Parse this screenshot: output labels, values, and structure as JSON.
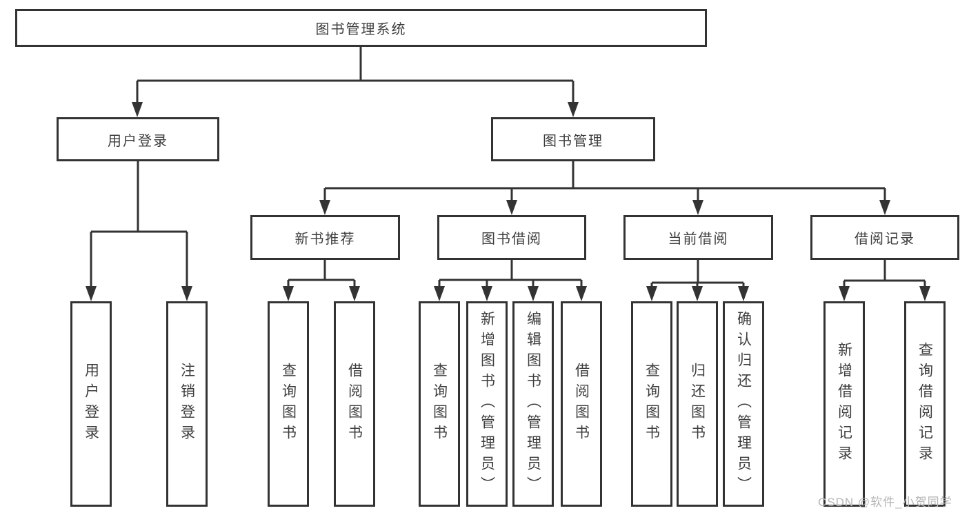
{
  "tree": {
    "root": {
      "label": "图书管理系统",
      "children": [
        {
          "label": "用户登录",
          "children": [
            {
              "label": "用户登录"
            },
            {
              "label": "注销登录"
            }
          ]
        },
        {
          "label": "图书管理",
          "children": [
            {
              "label": "新书推荐",
              "children": [
                {
                  "label": "查询图书"
                },
                {
                  "label": "借阅图书"
                }
              ]
            },
            {
              "label": "图书借阅",
              "children": [
                {
                  "label": "查询图书"
                },
                {
                  "label": "新增图书（管理员）"
                },
                {
                  "label": "编辑图书（管理员）"
                },
                {
                  "label": "借阅图书"
                }
              ]
            },
            {
              "label": "当前借阅",
              "children": [
                {
                  "label": "查询图书"
                },
                {
                  "label": "归还图书"
                },
                {
                  "label": "确认归还（管理员）"
                }
              ]
            },
            {
              "label": "借阅记录",
              "children": [
                {
                  "label": "新增借阅记录"
                },
                {
                  "label": "查询借阅记录"
                }
              ]
            }
          ]
        }
      ]
    }
  },
  "watermark": {
    "text": "CSDN @软件_小贺同学"
  },
  "colors": {
    "line": "#333333",
    "text": "#3d3d3d",
    "box_bg": "#ffffff",
    "background": "#ffffff",
    "watermark": "#b5b5b5"
  }
}
